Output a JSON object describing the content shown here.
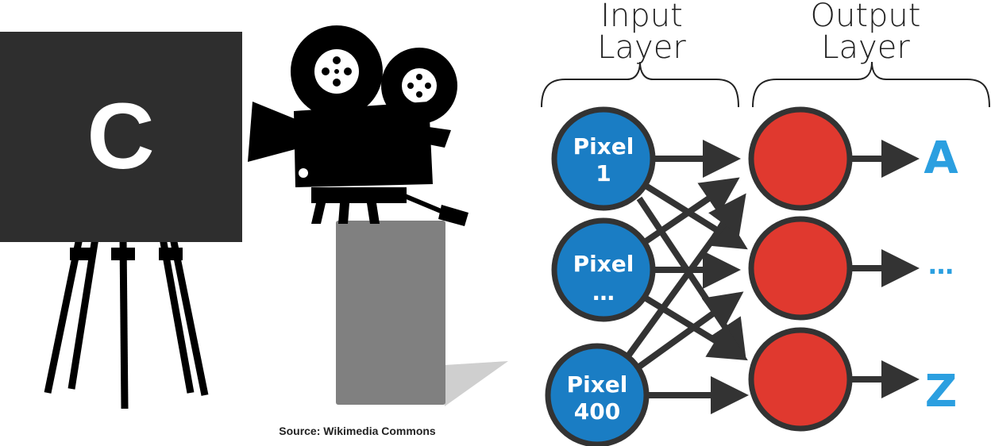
{
  "easel": {
    "letter": "C"
  },
  "source_caption": "Source: Wikimedia Commons",
  "network": {
    "input_header": [
      "Input",
      "Layer"
    ],
    "output_header": [
      "Output",
      "Layer"
    ],
    "input_nodes": [
      {
        "line1": "Pixel",
        "line2": "1"
      },
      {
        "line1": "Pixel",
        "line2": "…"
      },
      {
        "line1": "Pixel",
        "line2": "400"
      }
    ],
    "output_labels": [
      "A",
      "…",
      "Z"
    ],
    "colors": {
      "input_node": "#1a7dc4",
      "output_node": "#e0392f",
      "output_label": "#2b9fe0",
      "arrow": "#333333"
    }
  },
  "icons": [
    "easel-icon",
    "movie-camera-icon",
    "pedestal-icon"
  ]
}
